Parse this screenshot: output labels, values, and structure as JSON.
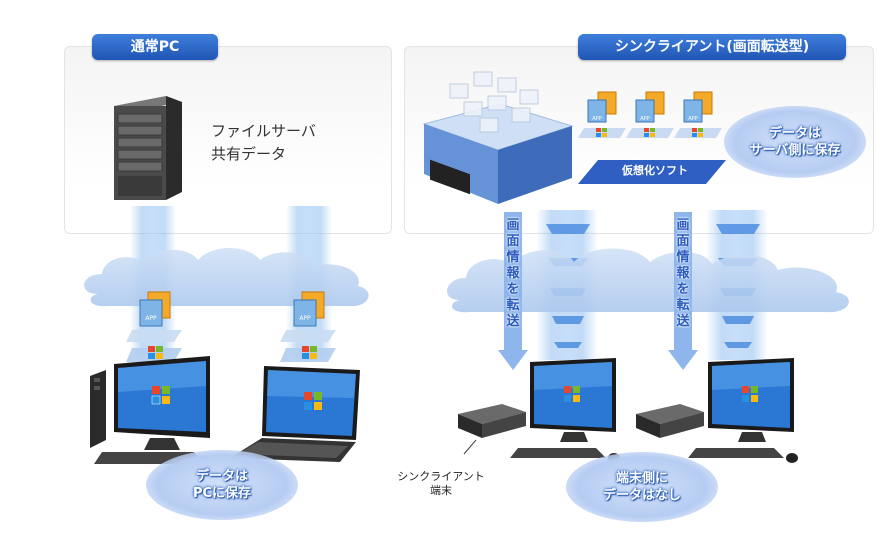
{
  "left": {
    "title": "通常PC",
    "server_label_1": "ファイルサーバ",
    "server_label_2": "共有データ",
    "data_note_1": "データは",
    "data_note_2": "PCに保存"
  },
  "right": {
    "title": "シンクライアント(画面転送型)",
    "server_note_1": "データは",
    "server_note_2": "サーバ側に保存",
    "virtualization_label": "仮想化ソフト",
    "screen_transfer_chars": [
      "画",
      "面",
      "情",
      "報",
      "を",
      "転",
      "送"
    ],
    "terminal_label_1": "シンクライアント",
    "terminal_label_2": "端末",
    "terminal_note_1": "端末側に",
    "terminal_note_2": "データはなし"
  },
  "icons": {
    "app_icon_text": "APP"
  },
  "colors": {
    "header_blue": "#2a62c4",
    "beam_blue": "#8cbcec",
    "oval_blue": "#c2d4f4"
  }
}
